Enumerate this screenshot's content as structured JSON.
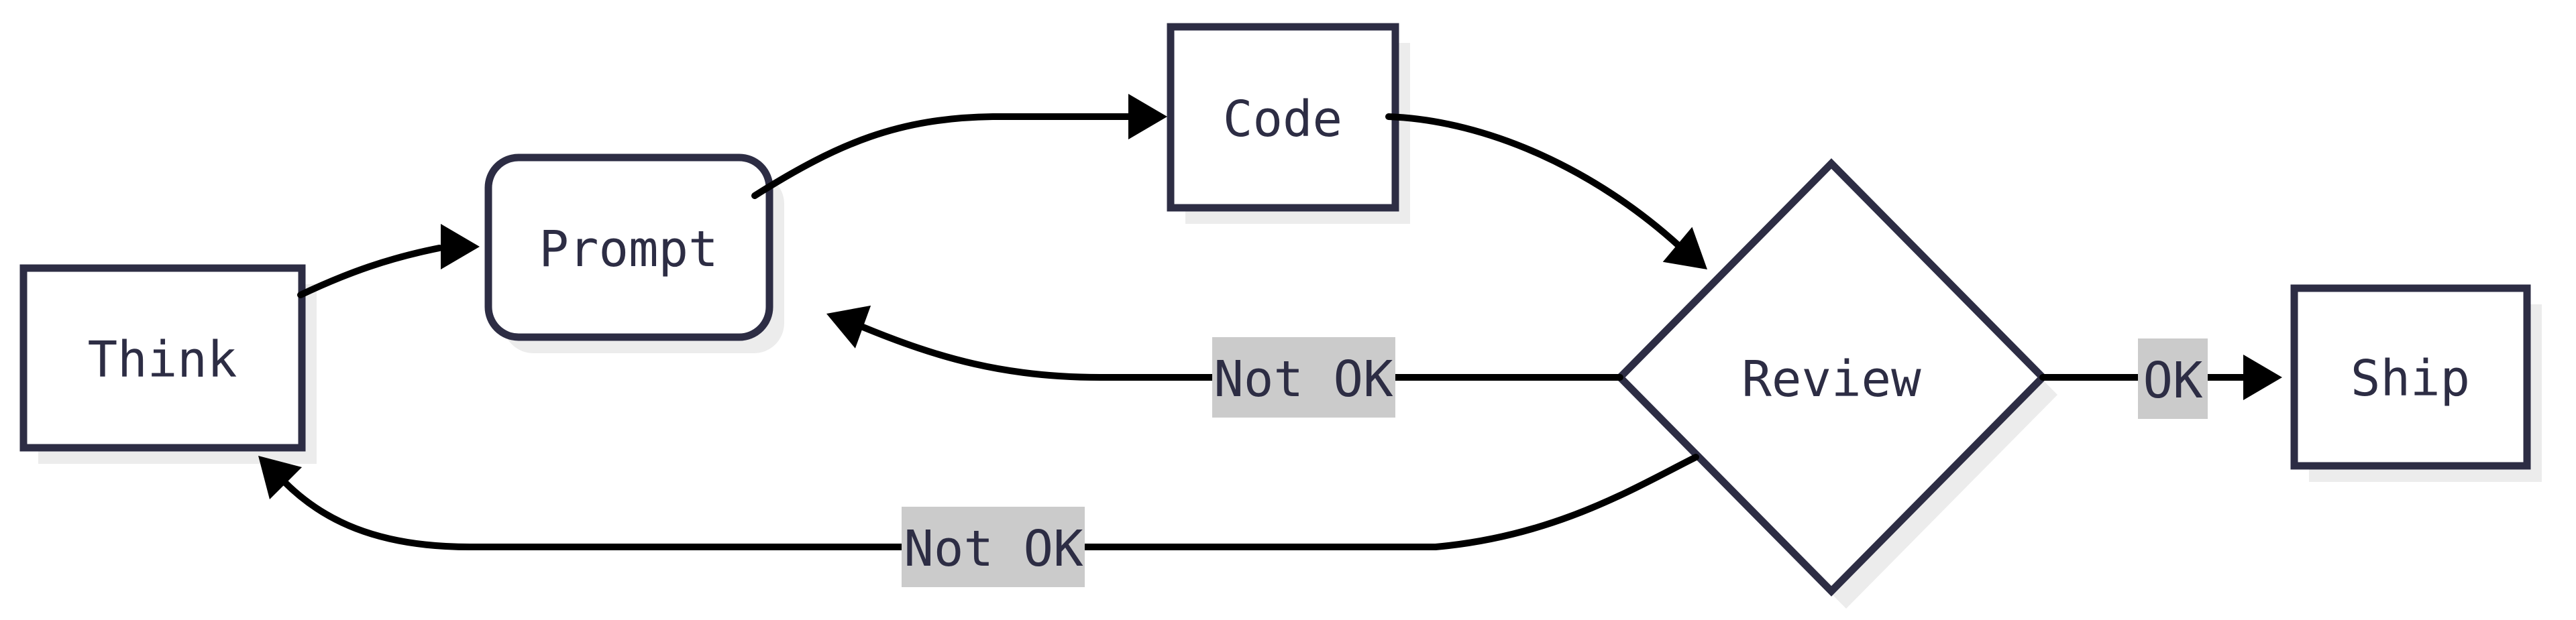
{
  "diagram": {
    "type": "flowchart",
    "direction": "left-to-right",
    "background_color": "#ffffff",
    "colors": {
      "node_border": "#2d2d44",
      "node_fill": "#ffffff",
      "node_text": "#2d2d44",
      "edge_line": "#000000",
      "arrowhead": "#000000",
      "edge_label_background": "#cbcbcb",
      "edge_label_text": "#2d2d44",
      "shadow": "#ececec"
    },
    "nodes": [
      {
        "id": "think",
        "label": "Think",
        "shape": "rectangle"
      },
      {
        "id": "prompt",
        "label": "Prompt",
        "shape": "rounded-rectangle"
      },
      {
        "id": "code",
        "label": "Code",
        "shape": "rectangle"
      },
      {
        "id": "review",
        "label": "Review",
        "shape": "diamond"
      },
      {
        "id": "ship",
        "label": "Ship",
        "shape": "rectangle"
      }
    ],
    "edges": [
      {
        "from": "think",
        "to": "prompt",
        "label": ""
      },
      {
        "from": "prompt",
        "to": "code",
        "label": ""
      },
      {
        "from": "code",
        "to": "review",
        "label": ""
      },
      {
        "from": "review",
        "to": "prompt",
        "label": "Not OK"
      },
      {
        "from": "review",
        "to": "think",
        "label": "Not OK"
      },
      {
        "from": "review",
        "to": "ship",
        "label": "OK"
      }
    ]
  }
}
